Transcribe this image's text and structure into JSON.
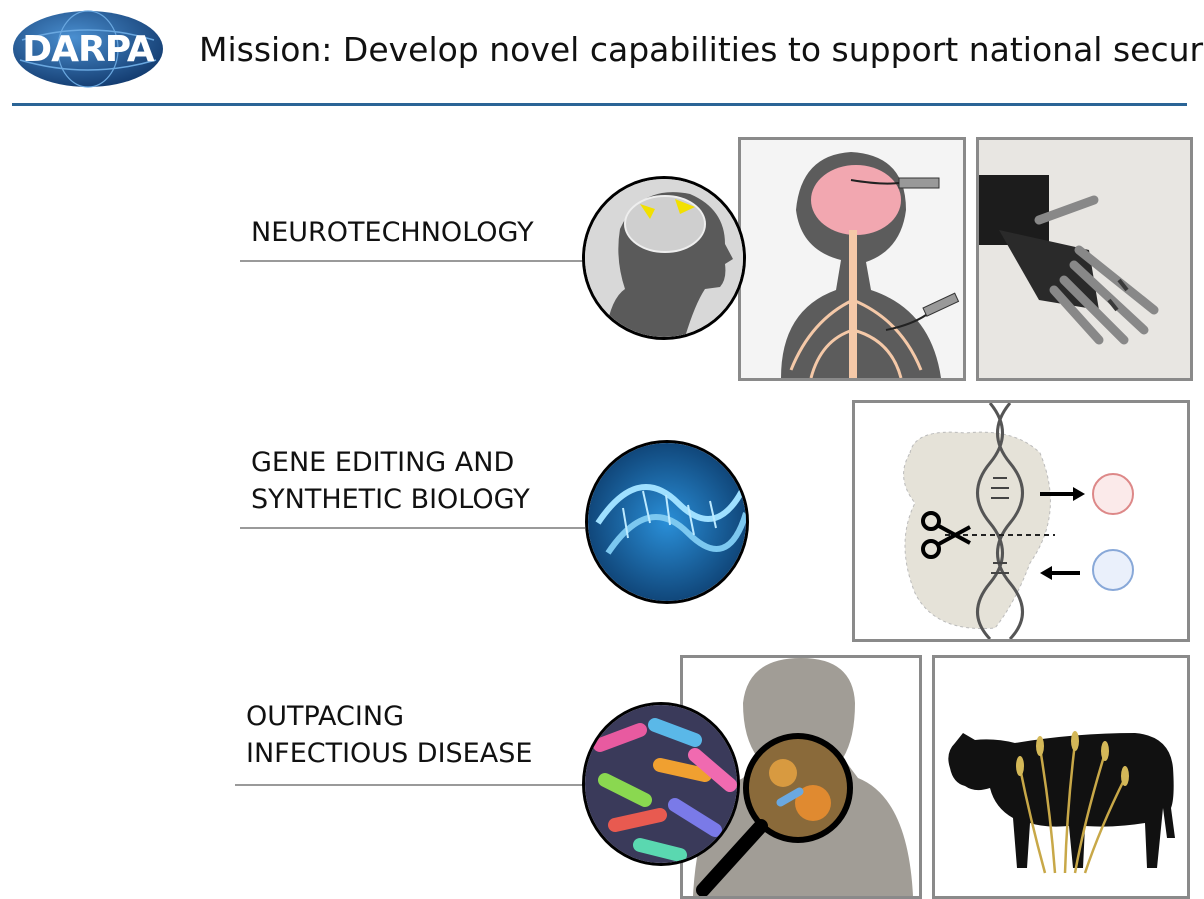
{
  "header": {
    "logo_text": "DARPA",
    "title": "Mission: Develop novel capabilities to support national security"
  },
  "sections": [
    {
      "label_lines": [
        "NEUROTECHNOLOGY"
      ]
    },
    {
      "label_lines": [
        "GENE EDITING AND",
        "SYNTHETIC BIOLOGY"
      ]
    },
    {
      "label_lines": [
        "OUTPACING",
        "INFECTIOUS DISEASE"
      ]
    }
  ],
  "colors": {
    "header_rule": "#2a6496",
    "logo_blue": "#1d4f8c",
    "panel_border": "#8a8a8a",
    "leader_line": "#9a9a9a"
  },
  "icons": {
    "neuro_circle": "brain-head-icon",
    "neuro_panel_1": "nervous-system-icon",
    "neuro_panel_2": "robotic-hand-icon",
    "gene_circle": "dna-helix-icon",
    "gene_panel": "crispr-scissors-icon",
    "disease_circle": "bacteria-icon",
    "disease_panel_1": "magnifier-human-icon",
    "disease_panel_2": "cow-wheat-icon"
  }
}
